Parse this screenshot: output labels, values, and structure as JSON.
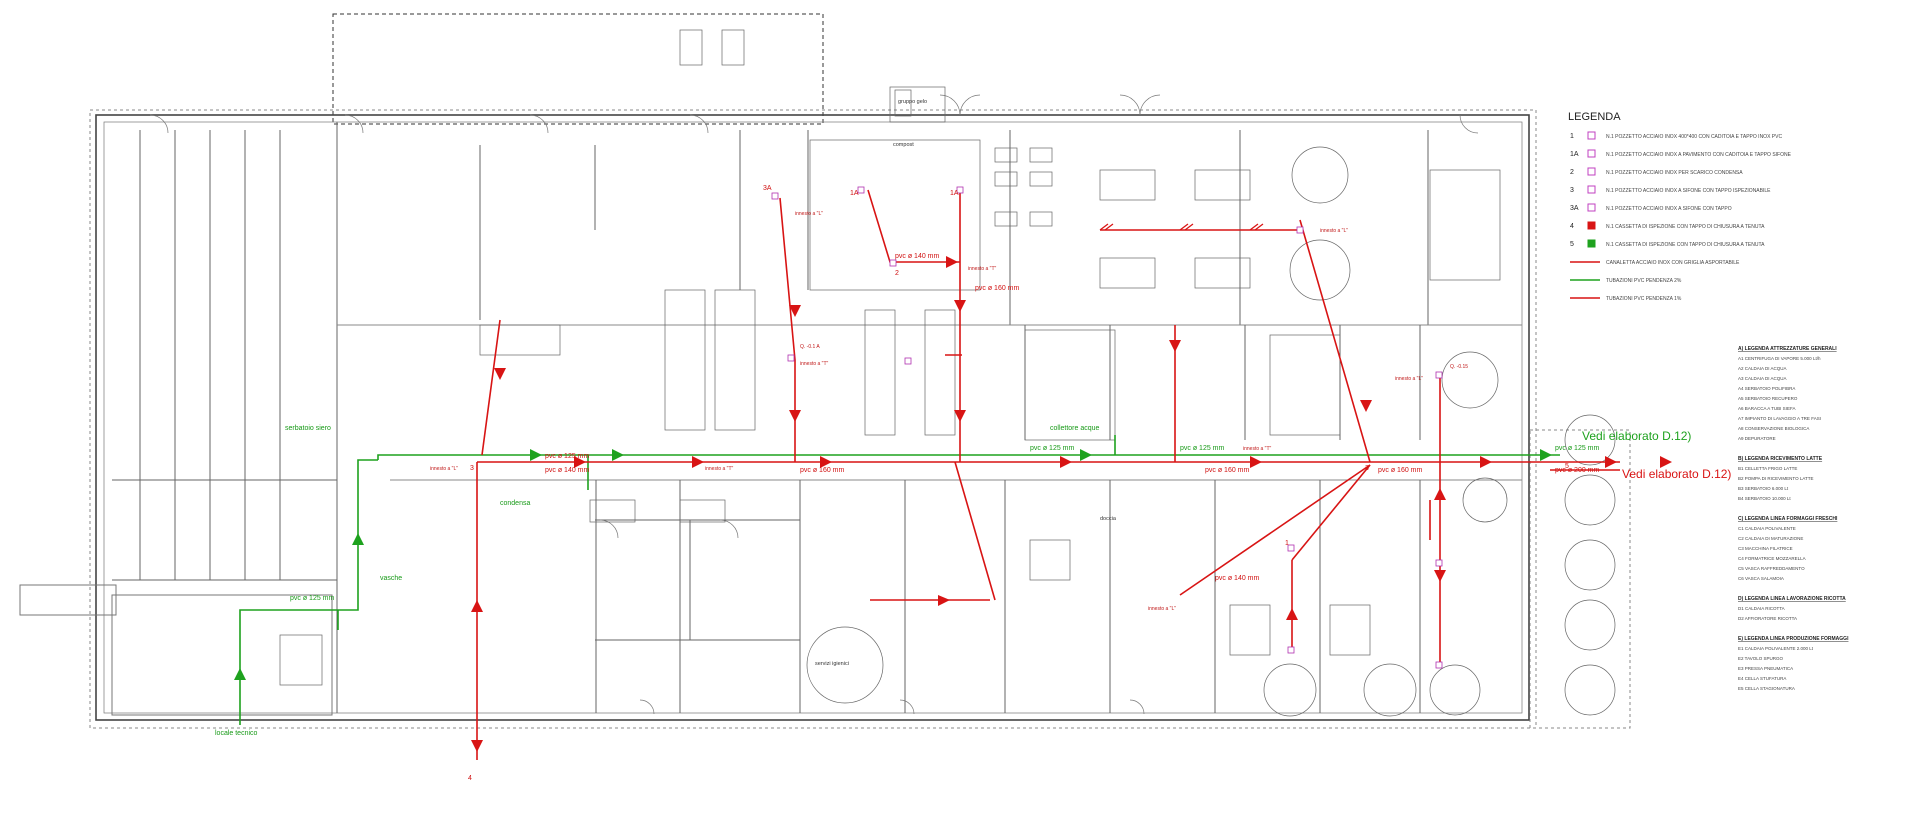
{
  "legend": {
    "title": "LEGENDA",
    "items": [
      {
        "code": "1",
        "text": "N.1 POZZETTO ACCIAIO INOX 400*400 CON CADITOIA E TAPPO INOX PVC"
      },
      {
        "code": "1A",
        "text": "N.1 POZZETTO ACCIAIO INOX A PAVIMENTO CON CADITOIA E TAPPO SIFONE"
      },
      {
        "code": "2",
        "text": "N.1 POZZETTO ACCIAIO INOX PER SCARICO CONDENSA"
      },
      {
        "code": "3",
        "text": "N.1 POZZETTO ACCIAIO INOX A SIFONE CON TAPPO ISPEZIONABILE"
      },
      {
        "code": "3A",
        "text": "N.1 POZZETTO ACCIAIO INOX A SIFONE CON TAPPO"
      },
      {
        "code": "4",
        "text": "N.1 CASSETTA DI ISPEZIONE CON TAPPO DI CHIUSURA A TENUTA"
      },
      {
        "code": "5",
        "text": "N.1 CASSETTA DI ISPEZIONE CON TAPPO DI CHIUSURA A TENUTA"
      },
      {
        "code": "",
        "text": "CANALETTA ACCIAIO INOX CON GRIGLIA ASPORTABILE"
      },
      {
        "code": "",
        "text": "TUBAZIONI PVC PENDENZA 2%"
      },
      {
        "code": "",
        "text": "TUBAZIONI PVC PENDENZA 1%"
      }
    ]
  },
  "blocks": [
    {
      "title": "A) LEGENDA ATTREZZATURE GENERALI",
      "lines": [
        "A1 CENTRIFUGA DI VAPORE 5.000 Lt/h",
        "A2 CALDAIA DI ACQUA",
        "A3 CALDAIA DI ACQUA",
        "A4 SERBATOIO POLIFIBRA",
        "A5 SERBATOIO RECUPERO",
        "A6 BARACCA A TUBI SIEFA",
        "A7 IMPIANTO DI LAVAGGIO A TRE FASI",
        "A8 CONSERVAZIONE BIOLOGICA",
        "A9 DEPURATORE"
      ]
    },
    {
      "title": "B) LEGENDA RICEVIMENTO LATTE",
      "lines": [
        "B1 CELLETTA FRIGO LATTE",
        "B2 POMPA DI RICEVIMENTO LATTE",
        "B3 SERBATOIO 6.000 Lt",
        "B4 SERBATOIO 10.000 Lt"
      ]
    },
    {
      "title": "C) LEGENDA LINEA FORMAGGI FRESCHI",
      "lines": [
        "C1 CALDAIA POLIVALENTE",
        "C2 CALDAIA DI MATURAZIONE",
        "C3 MACCHINA FILATRICE",
        "C4 FORMATRICE MOZZARELLA",
        "C5 VASCA RAFFREDDAMENTO",
        "C6 VASCA SALAMOIA"
      ]
    },
    {
      "title": "D) LEGENDA LINEA LAVORAZIONE RICOTTA",
      "lines": [
        "D1 CALDAIA RICOTTA",
        "D2 AFFIORATORE RICOTTA"
      ]
    },
    {
      "title": "E) LEGENDA LINEA PRODUZIONE FORMAGGI",
      "lines": [
        "E1 CALDAIA POLIVALENTE 2.000 Lt",
        "E2 TAVOLO SPURGO",
        "E3 PRESSA PNEUMATICA",
        "E4 CELLA STUFATURA",
        "E5 CELLA STAGIONATURA"
      ]
    }
  ],
  "labels": {
    "see_right_green": "Vedi elaborato D.12)",
    "see_right_red": "Vedi elaborato D.12)",
    "compost": "compost",
    "gruppo": "gruppo gelo",
    "pipe_140": "pvc ø 140 mm",
    "pipe_125": "pvc ø 125 mm",
    "pipe_160": "pvc ø 160 mm",
    "pipe_200": "pvc ø 200 mm",
    "innesto_l": "innesto a \"L\"",
    "innesto_t": "innesto a \"T\"",
    "quota_a": "Q. -0.1 A",
    "quota_b": "Q. -0.15",
    "doccia": "doccia",
    "serbatoio": "serbatoio siero",
    "cond": "condensa",
    "vasche": "vasche",
    "servizi": "servizi igienici",
    "locale": "locale tecnico",
    "cucina": "collettore acque",
    "code_1": "1",
    "code_1a": "1A",
    "code_2": "2",
    "code_3": "3",
    "code_3a": "3A",
    "code_4": "4",
    "code_5": "5"
  }
}
